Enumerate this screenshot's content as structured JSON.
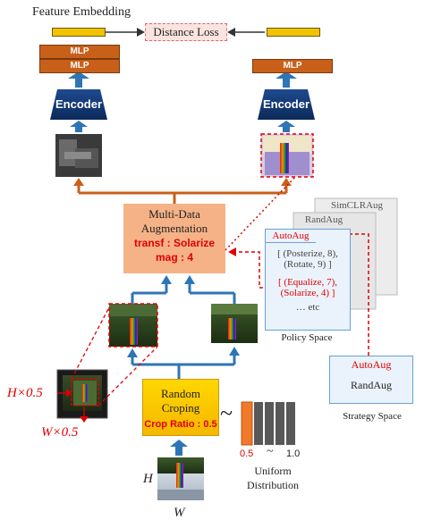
{
  "title": "Feature Embedding",
  "loss": "Distance Loss",
  "mlp": "MLP",
  "encoder": "Encoder",
  "aug": {
    "line1": "Multi-Data",
    "line2": "Augmentation",
    "transf": "transf : Solarize",
    "mag": "mag : 4"
  },
  "stack": {
    "simclr": "SimCLRAug",
    "rand": "RandAug",
    "auto": "AutoAug"
  },
  "policy": {
    "item1a": "[ (Posterize, 8),",
    "item1b": "(Rotate, 9) ]",
    "item2a": "[ (Equalize, 7),",
    "item2b": "(Solarize, 4) ]",
    "etc": "… etc",
    "label": "Policy Space"
  },
  "strategy": {
    "auto": "AutoAug",
    "rand": "RandAug",
    "label": "Strategy Space"
  },
  "crop": {
    "line1": "Random",
    "line2": "Croping",
    "ratio": "Crop Ratio : 0.5"
  },
  "uniform": {
    "v_low": "0.5",
    "tilde": "~",
    "v_high": "1.0",
    "label1": "Uniform",
    "label2": "Distribution"
  },
  "dims": {
    "h_half": "H×0.5",
    "w_half": "W×0.5",
    "h": "H",
    "w": "W"
  },
  "tilde_big": "~",
  "colors": {
    "orange_arrow": "#c8601a",
    "blue_arrow": "#2e75b6",
    "red": "#e00000",
    "encoder": "#0b2a5a"
  }
}
